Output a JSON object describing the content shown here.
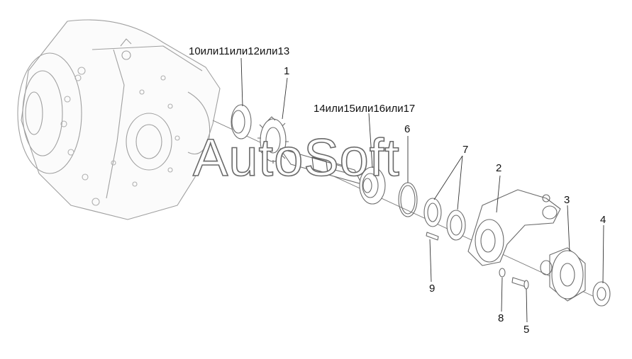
{
  "diagram": {
    "watermark": "AutoSoft",
    "callouts": [
      {
        "id": "10-13",
        "text": "10или11или12или13"
      },
      {
        "id": "1",
        "text": "1"
      },
      {
        "id": "14-17",
        "text": "14или15или16или17"
      },
      {
        "id": "6",
        "text": "6"
      },
      {
        "id": "7",
        "text": "7"
      },
      {
        "id": "2",
        "text": "2"
      },
      {
        "id": "3",
        "text": "3"
      },
      {
        "id": "4",
        "text": "4"
      },
      {
        "id": "9",
        "text": "9"
      },
      {
        "id": "8",
        "text": "8"
      },
      {
        "id": "5",
        "text": "5"
      }
    ]
  },
  "colors": {
    "line": "#555555",
    "paper": "#ffffff",
    "light_line": "#9a9a9a"
  }
}
